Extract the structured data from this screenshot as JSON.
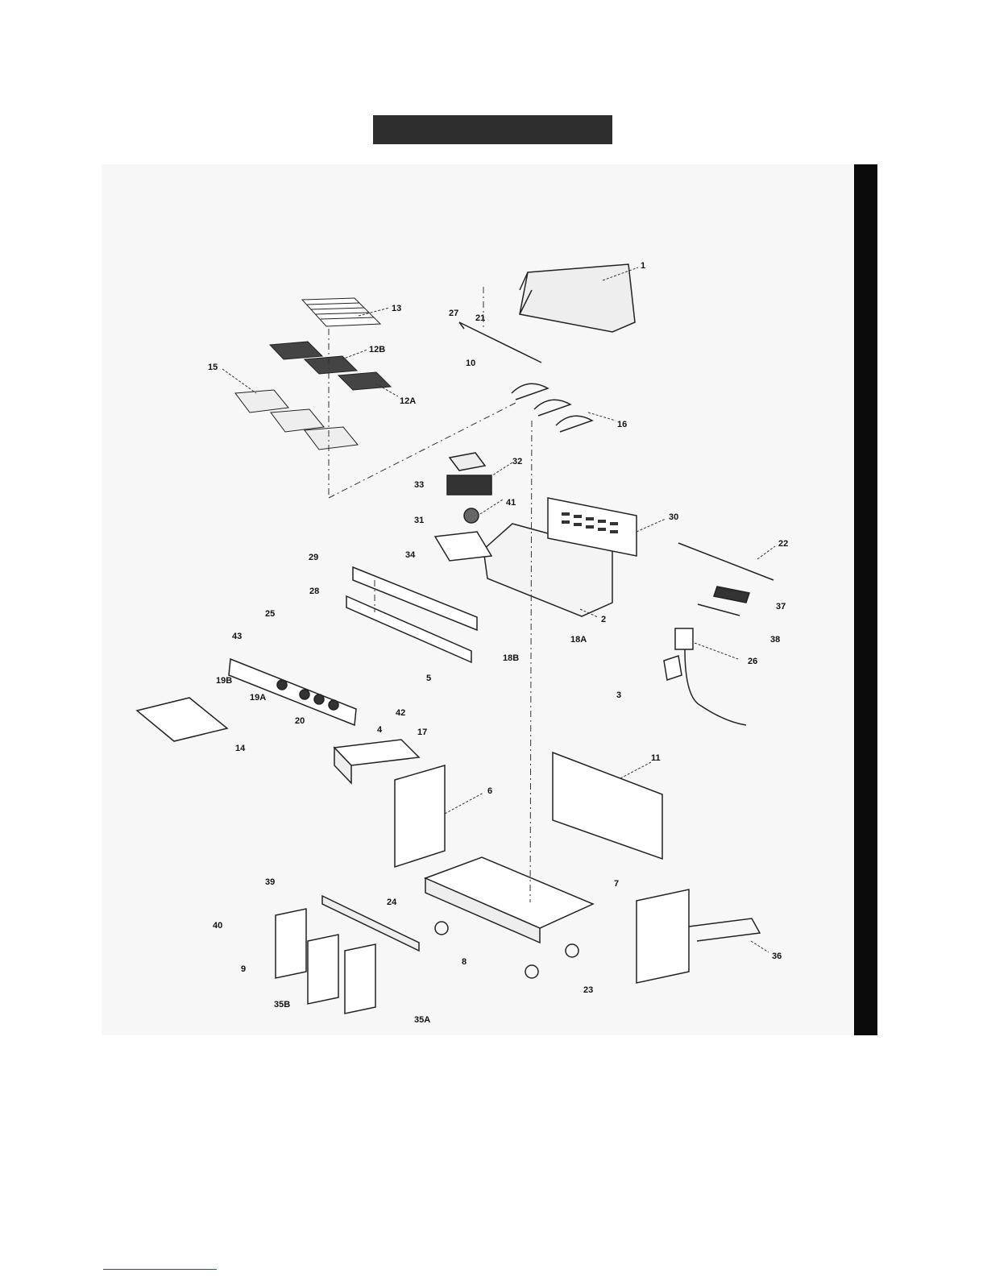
{
  "page": {
    "title": ""
  },
  "diagram": {
    "parts": [
      {
        "id": "p1",
        "label": "1"
      },
      {
        "id": "p2",
        "label": "2"
      },
      {
        "id": "p3",
        "label": "3"
      },
      {
        "id": "p4",
        "label": "4"
      },
      {
        "id": "p5",
        "label": "5"
      },
      {
        "id": "p6",
        "label": "6"
      },
      {
        "id": "p7",
        "label": "7"
      },
      {
        "id": "p8",
        "label": "8"
      },
      {
        "id": "p9",
        "label": "9"
      },
      {
        "id": "p10",
        "label": "10"
      },
      {
        "id": "p11",
        "label": "11"
      },
      {
        "id": "p12A",
        "label": "12A"
      },
      {
        "id": "p12B",
        "label": "12B"
      },
      {
        "id": "p13",
        "label": "13"
      },
      {
        "id": "p14",
        "label": "14"
      },
      {
        "id": "p15",
        "label": "15"
      },
      {
        "id": "p16",
        "label": "16"
      },
      {
        "id": "p17",
        "label": "17"
      },
      {
        "id": "p18A",
        "label": "18A"
      },
      {
        "id": "p18B",
        "label": "18B"
      },
      {
        "id": "p19A",
        "label": "19A"
      },
      {
        "id": "p19B",
        "label": "19B"
      },
      {
        "id": "p20",
        "label": "20"
      },
      {
        "id": "p21",
        "label": "21"
      },
      {
        "id": "p22",
        "label": "22"
      },
      {
        "id": "p23",
        "label": "23"
      },
      {
        "id": "p24",
        "label": "24"
      },
      {
        "id": "p25",
        "label": "25"
      },
      {
        "id": "p26",
        "label": "26"
      },
      {
        "id": "p27",
        "label": "27"
      },
      {
        "id": "p28",
        "label": "28"
      },
      {
        "id": "p29",
        "label": "29"
      },
      {
        "id": "p30",
        "label": "30"
      },
      {
        "id": "p31",
        "label": "31"
      },
      {
        "id": "p32",
        "label": "32"
      },
      {
        "id": "p33",
        "label": "33"
      },
      {
        "id": "p34",
        "label": "34"
      },
      {
        "id": "p35A",
        "label": "35A"
      },
      {
        "id": "p35B",
        "label": "35B"
      },
      {
        "id": "p36",
        "label": "36"
      },
      {
        "id": "p37",
        "label": "37"
      },
      {
        "id": "p38",
        "label": "38"
      },
      {
        "id": "p39",
        "label": "39"
      },
      {
        "id": "p40",
        "label": "40"
      },
      {
        "id": "p41",
        "label": "41"
      },
      {
        "id": "p42",
        "label": "42"
      },
      {
        "id": "p43",
        "label": "43"
      }
    ]
  }
}
